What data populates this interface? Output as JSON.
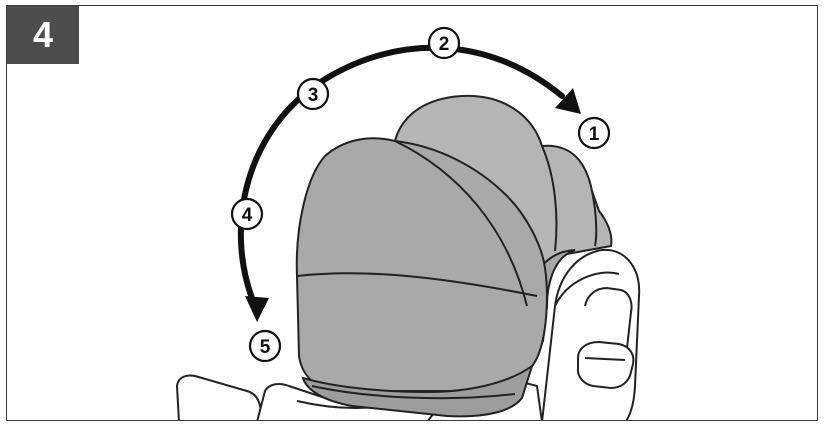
{
  "step": {
    "number": "4"
  },
  "positions": [
    "1",
    "2",
    "3",
    "4",
    "5"
  ],
  "colors": {
    "canopy": "#a9a9a9",
    "outline": "#222222",
    "badge": "#4d4d4d",
    "arrow": "#111111"
  }
}
